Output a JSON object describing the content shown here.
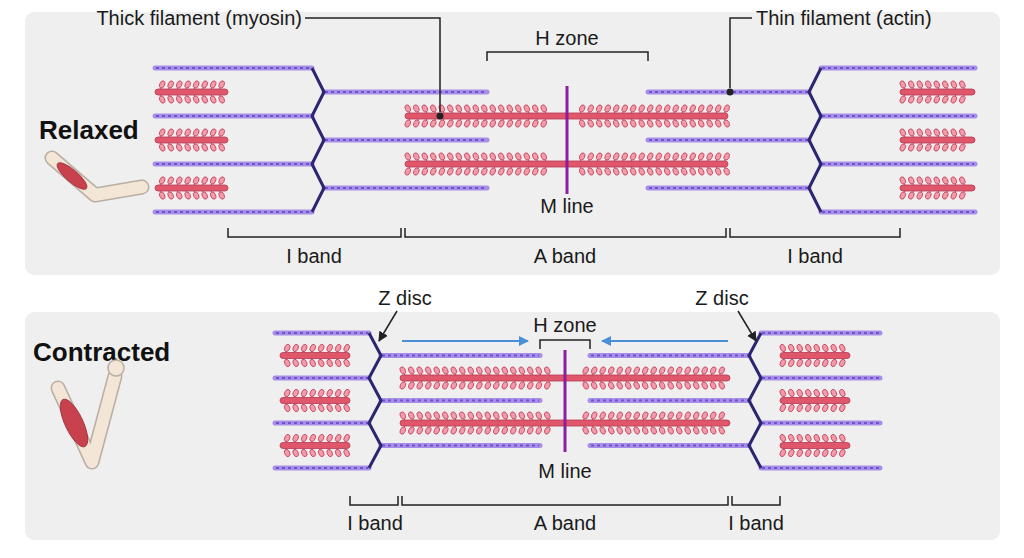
{
  "diagram": {
    "nodes": [
      {
        "text": [
          "Relaxed"
        ]
      },
      {
        "text": [
          "Contracted"
        ]
      }
    ],
    "labels": [
      "Thick filament (myosin)",
      "H zone",
      "Thin filament (actin)",
      "M line",
      "I band",
      "A band",
      "I band",
      "Z disc",
      "H zone",
      "Z disc",
      "M line",
      "I band",
      "A band",
      "I band"
    ]
  }
}
